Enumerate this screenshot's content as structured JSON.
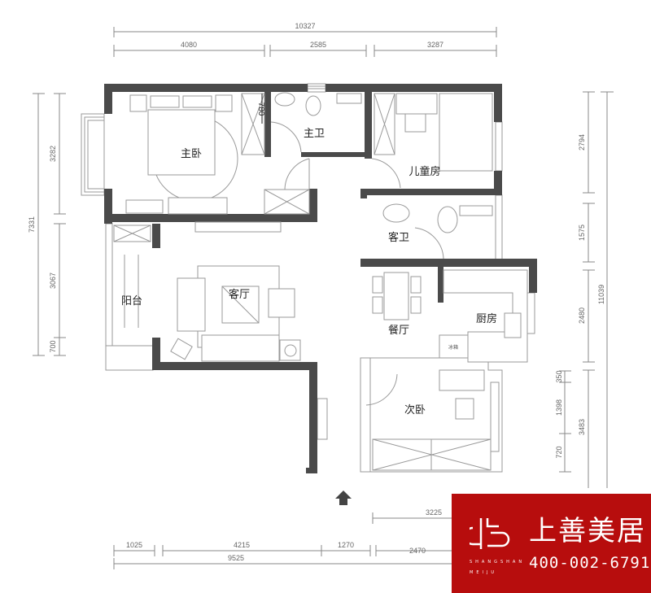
{
  "rooms": {
    "master_bedroom": "主卧",
    "master_bath": "主卫",
    "kids_room": "儿童房",
    "guest_bath": "客卫",
    "living_room": "客厅",
    "balcony": "阳台",
    "dining": "餐厅",
    "kitchen": "厨房",
    "second_bedroom": "次卧",
    "fridge": "冰箱"
  },
  "dimensions": {
    "top_total": "10327",
    "top": [
      "4080",
      "2585",
      "3287"
    ],
    "left_total": "7331",
    "left": [
      "3282",
      "3067",
      "700"
    ],
    "right_total": "11039",
    "right": [
      "2794",
      "1575",
      "2480",
      "3483"
    ],
    "right_inner": [
      "350",
      "1398",
      "720"
    ],
    "bottom_upper": "3225",
    "bottom": [
      "1025",
      "4215",
      "1270",
      "2470"
    ],
    "bottom_total": "9525",
    "closet_depth": "780"
  },
  "logo": {
    "name": "上善美居",
    "pinyin_1": "SHANGSHAN",
    "pinyin_2": "MEIJU",
    "phone": "400-002-6791",
    "color": "#b70d0d"
  },
  "entrance_arrow": "arrow-up-icon"
}
